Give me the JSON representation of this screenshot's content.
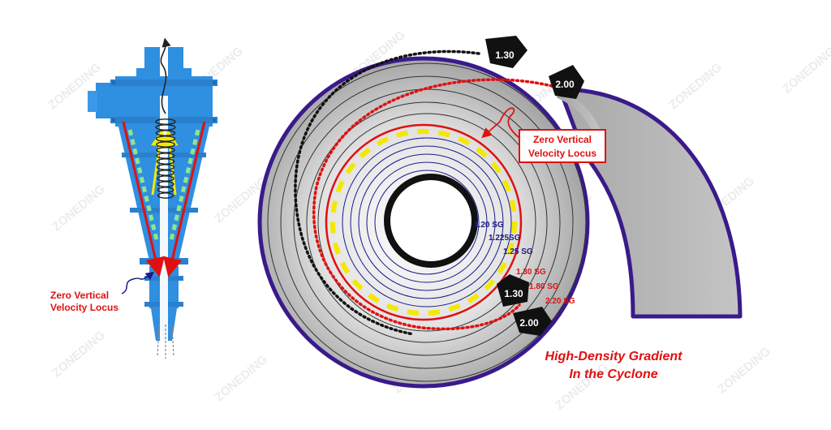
{
  "watermark": "ZONEDING",
  "left_diagram": {
    "annotation_line1": "Zero Vertical",
    "annotation_line2": "Velocity Locus"
  },
  "right_diagram": {
    "callout_line1": "Zero Vertical",
    "callout_line2": "Velocity Locus",
    "sg_labels": [
      "1.20 SG",
      "1.225SG",
      "1.25 SG",
      "1.30 SG",
      "1.80 SG",
      "2.20 SG"
    ],
    "markers": [
      "1.30",
      "2.00",
      "1.30",
      "2.00"
    ],
    "caption_line1": "High-Density Gradient",
    "caption_line2": "In the Cyclone"
  },
  "colors": {
    "cyclone_blue": "#2f8fe0",
    "outline_purple": "#3a1a8a",
    "body_gray": "#b8b8b8",
    "red": "#e01010",
    "yellow": "#f4e800",
    "green": "#8ee68e",
    "navy": "#1a1a8a"
  }
}
